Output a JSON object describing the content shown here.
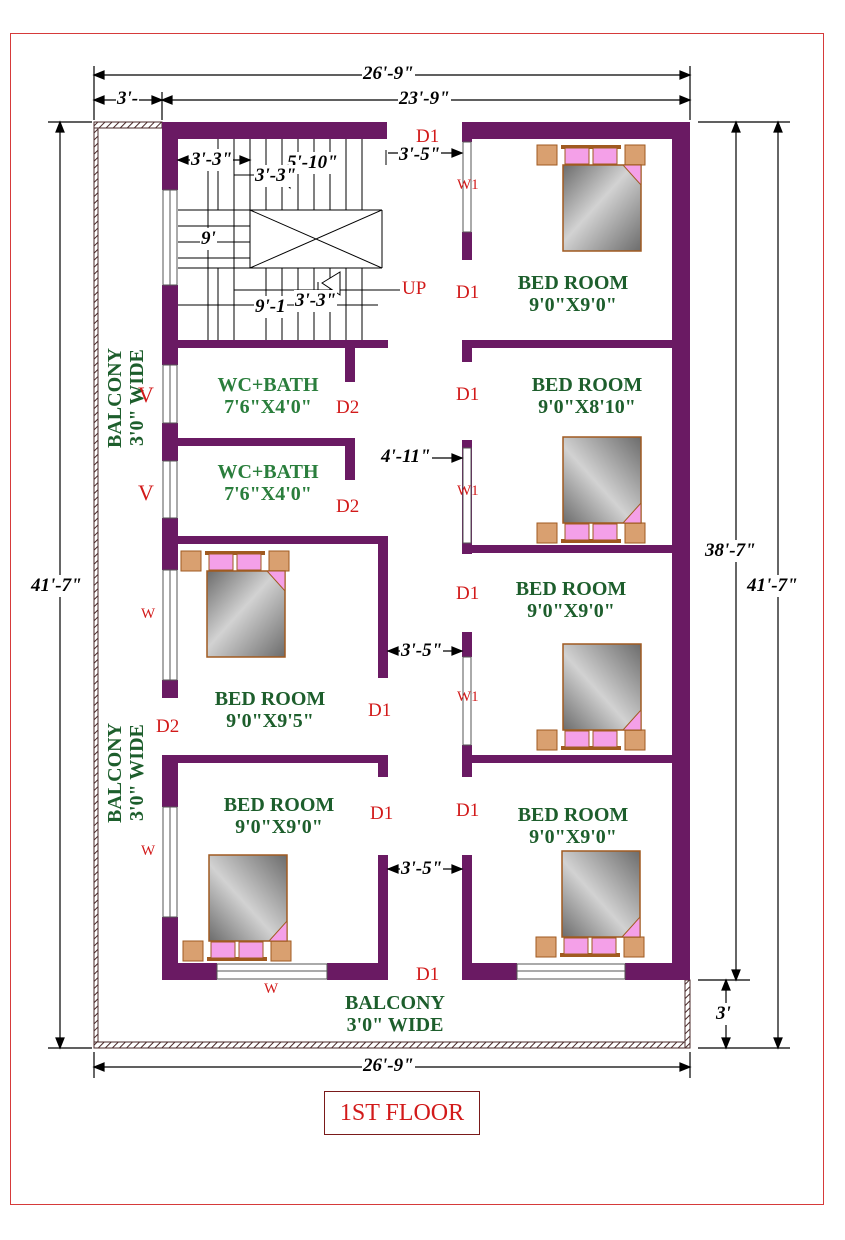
{
  "floor_title": "1ST FLOOR",
  "dimensions": {
    "top_overall": "26'-9\"",
    "top_balcony": "3'-",
    "top_main": "23'-9\"",
    "bottom_overall": "26'-9\"",
    "left_height": "41'-7\"",
    "right_inner": "38'-7\"",
    "right_overall": "41'-7\"",
    "right_balcony": "3'",
    "stair_3_3a": "3'-3\"",
    "stair_5_10": "5'-10\"",
    "stair_3_3b": "3'-3\"",
    "stair_9": "9'",
    "stair_9_1": "9'-1",
    "stair_3_3c": "3'-3\"",
    "passage_3_5a": "3'-5\"",
    "passage_4_11": "4'-11\"",
    "passage_3_5b": "3'-5\"",
    "passage_3_5c": "3'-5\""
  },
  "rooms": [
    {
      "name": "BED ROOM",
      "size": "9'0\"X9'0\""
    },
    {
      "name": "BED ROOM",
      "size": "9'0\"X8'10\""
    },
    {
      "name": "BED ROOM",
      "size": "9'0\"X9'0\""
    },
    {
      "name": "BED ROOM",
      "size": "9'0\"X9'0\""
    },
    {
      "name": "BED ROOM",
      "size": "9'0\"X9'5\""
    },
    {
      "name": "BED ROOM",
      "size": "9'0\"X9'0\""
    },
    {
      "name": "WC+BATH",
      "size": "7'6\"X4'0\""
    },
    {
      "name": "WC+BATH",
      "size": "7'6\"X4'0\""
    }
  ],
  "balconies": [
    {
      "name": "BALCONY",
      "size": "3'0\" WIDE"
    },
    {
      "name": "BALCONY",
      "size": "3'0\" WIDE"
    },
    {
      "name": "BALCONY",
      "size": "3'0\" WIDE"
    }
  ],
  "labels": {
    "d1": "D1",
    "d2": "D2",
    "w1": "W1",
    "w": "W",
    "v": "V",
    "up": "UP"
  },
  "colors": {
    "wall": "#6a1a63",
    "frame": "#d63a3a",
    "room_text": "#1d5e2c",
    "door_text": "#d21a1a",
    "bed_frame": "#d9a070",
    "pillow": "#f4a0e8"
  }
}
